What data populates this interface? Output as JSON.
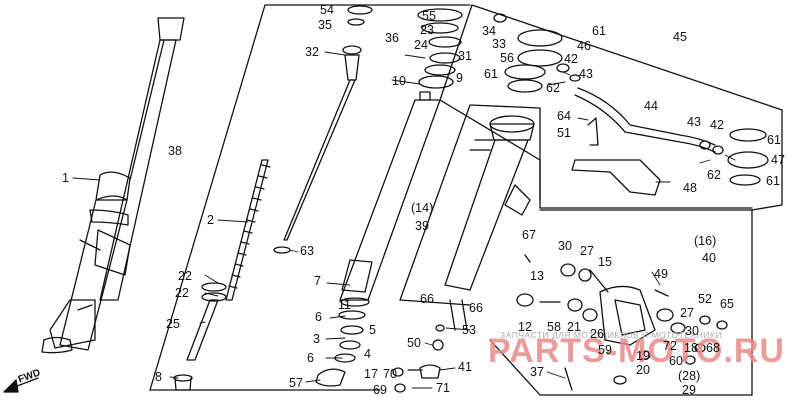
{
  "diagram": {
    "direction_label": "FWD",
    "watermark": {
      "subtitle": "ЗАПЧАСТИ ДЛЯ МОТОЦИКЛОВ И МОТОТЕХНИКИ",
      "brand": "PARTS-MOTO.RU",
      "brand_color": "#e98a8a"
    },
    "callouts": {
      "c1": "1",
      "c2": "2",
      "c3": "3",
      "c4": "4",
      "c5": "5",
      "c6a": "6",
      "c6b": "6",
      "c7": "7",
      "c8": "8",
      "c9": "9",
      "c10": "10",
      "c11": "11",
      "c12": "12",
      "c13": "13",
      "c14": "(14)",
      "c15": "15",
      "c16": "(16)",
      "c17": "17",
      "c18": "18",
      "c19": "19",
      "c20": "20",
      "c21": "21",
      "c22a": "22",
      "c22b": "22",
      "c23": "23",
      "c24": "24",
      "c25": "25",
      "c26": "26",
      "c27a": "27",
      "c27b": "27",
      "c28": "(28)",
      "c29": "29",
      "c30a": "30",
      "c30b": "30",
      "c31": "31",
      "c32": "32",
      "c33": "33",
      "c34": "34",
      "c35": "35",
      "c36": "36",
      "c37": "37",
      "c38": "38",
      "c39": "39",
      "c40": "40",
      "c41": "41",
      "c42a": "42",
      "c42b": "42",
      "c43a": "43",
      "c43b": "43",
      "c44": "44",
      "c45": "45",
      "c46": "46",
      "c47": "47",
      "c48": "48",
      "c49": "49",
      "c50": "50",
      "c51": "51",
      "c52": "52",
      "c53": "53",
      "c54": "54",
      "c55": "55",
      "c56": "56",
      "c57": "57",
      "c58": "58",
      "c59": "59",
      "c60": "60",
      "c61a": "61",
      "c61b": "61",
      "c61c": "61",
      "c61d": "61",
      "c62a": "62",
      "c62b": "62",
      "c63": "63",
      "c64": "64",
      "c65": "65",
      "c66a": "66",
      "c66b": "66",
      "c67": "67",
      "c68": "68",
      "c69": "69",
      "c70": "70",
      "c71": "71",
      "c72": "72"
    }
  }
}
